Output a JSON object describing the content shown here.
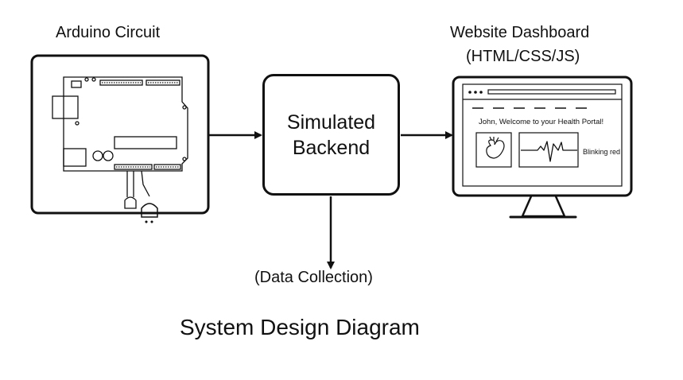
{
  "arduino": {
    "title": "Arduino Circuit"
  },
  "backend": {
    "line1": "Simulated",
    "line2": "Backend"
  },
  "dashboard": {
    "title_line1": "Website Dashboard",
    "title_line2": "(HTML/CSS/JS)",
    "welcome": "John,  Welcome to your Health Portal!",
    "status": "Blinking red"
  },
  "data_collection": "(Data Collection)",
  "diagram_title": "System Design Diagram",
  "icons": [
    "arduino-board-icon",
    "led-icon",
    "sensor-icon",
    "monitor-icon",
    "heart-icon",
    "ecg-waveform-icon"
  ]
}
